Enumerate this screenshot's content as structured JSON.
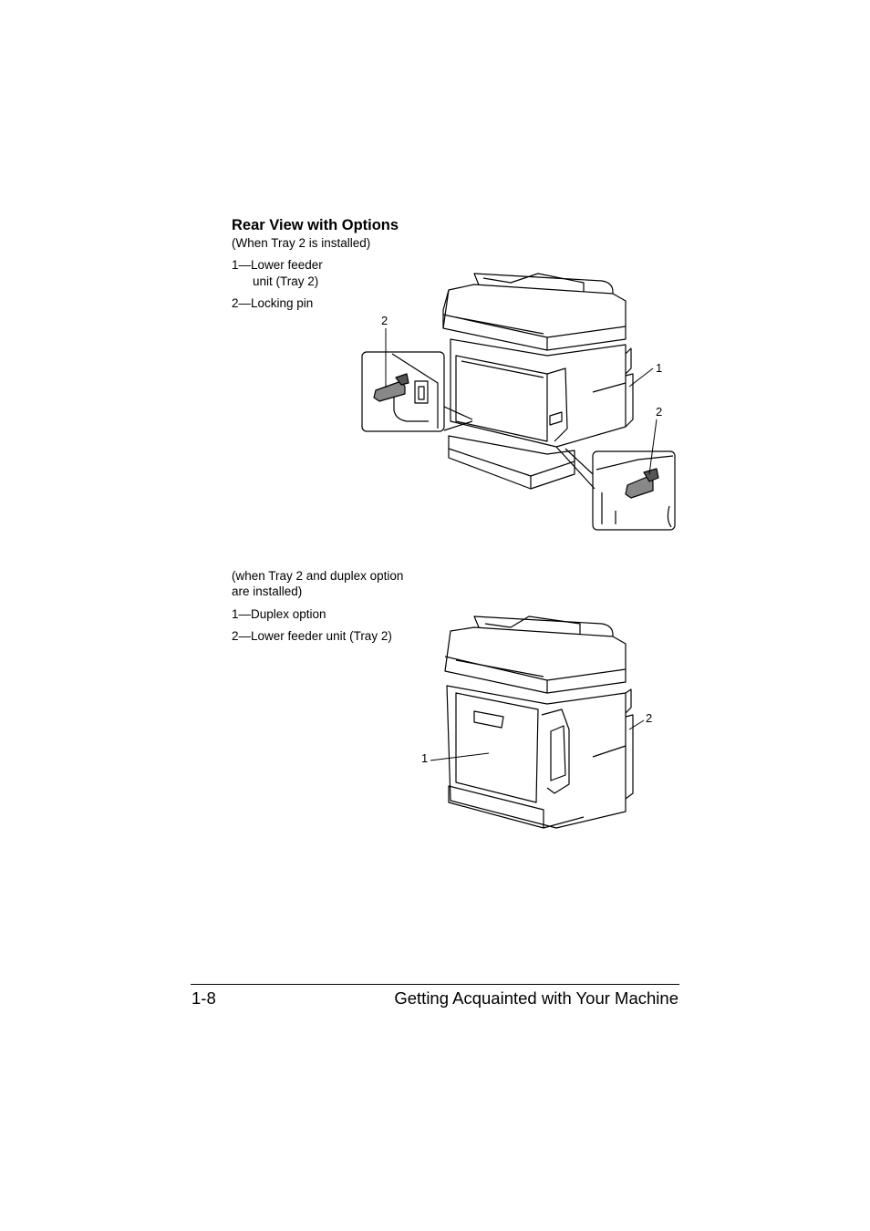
{
  "section1": {
    "title": "Rear View with Options",
    "subtitle": "(When Tray 2 is installed)",
    "item1_line1": "1—Lower feeder",
    "item1_line2": "unit (Tray 2)",
    "item2": "2—Locking pin",
    "callouts": [
      "2",
      "1",
      "2"
    ]
  },
  "section2": {
    "subtitle_line1": "(when Tray 2 and duplex option",
    "subtitle_line2": "are installed)",
    "item1": "1—Duplex option",
    "item2": "2—Lower feeder unit (Tray 2)",
    "callouts": [
      "2",
      "1"
    ]
  },
  "footer": {
    "page_number": "1-8",
    "chapter_title": "Getting Acquainted with Your Machine"
  }
}
